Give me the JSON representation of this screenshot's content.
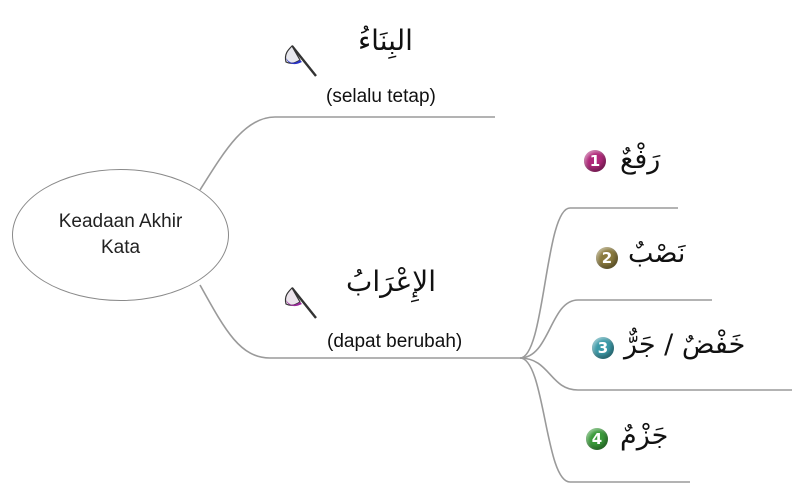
{
  "root": {
    "label": "Keadaan Akhir Kata"
  },
  "branches": [
    {
      "title": "البِنَاءُ",
      "subtitle": "(selalu tetap)",
      "flag_color": "#2a33c8"
    },
    {
      "title": "الإِعْرَابُ",
      "subtitle": "(dapat berubah)",
      "flag_color": "#9b2a9b",
      "children": [
        {
          "number": "1",
          "label": "رَفْعٌ",
          "color": "#b0287a"
        },
        {
          "number": "2",
          "label": "نَصْبٌ",
          "color": "#8a7a3e"
        },
        {
          "number": "3",
          "label": "خَفْضٌ / جَرٌّ",
          "color": "#3c9aa8"
        },
        {
          "number": "4",
          "label": "جَزْمٌ",
          "color": "#3a9a3a"
        }
      ]
    }
  ]
}
